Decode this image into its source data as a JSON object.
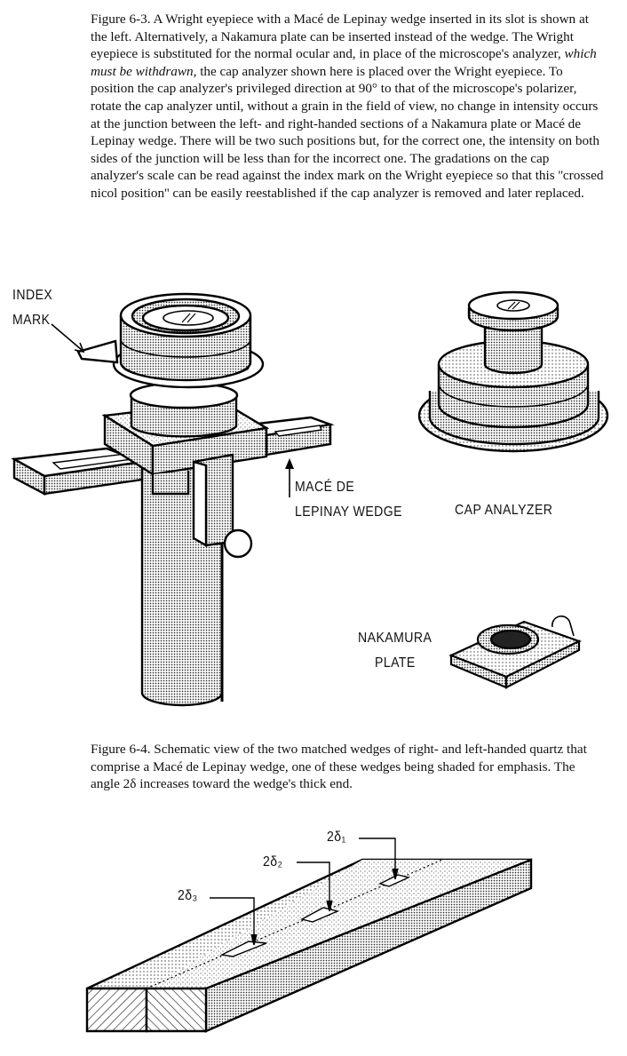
{
  "figure1": {
    "caption_a": "Figure 6-3. A Wright eyepiece with a Macé de Lepinay wedge inserted in its slot is shown at the left. Alternatively, a Nakamura plate can be inserted instead of the wedge. The Wright eyepiece is substituted for the normal ocular and, in place of the microscope's analyzer, ",
    "caption_italic": "which must be withdrawn,",
    "caption_b": " the cap analyzer shown here is placed over the Wright eyepiece. To position the cap analyzer's privileged direction at 90° to that of the microscope's polarizer, rotate the cap analyzer until, without a grain in the field of view, no change in intensity occurs at the junction between the left- and right-handed sections of a Nakamura plate or Macé de Lepinay wedge. There will be two such positions but, for the correct one, the intensity on both sides of the junction will be less than for the incorrect one. The gradations on the cap analyzer's scale can be read against the index mark on the Wright eyepiece so that this ''crossed nicol position'' can be easily reestablished if the cap analyzer is removed and later replaced.",
    "labels": {
      "index": "INDEX",
      "mark": "MARK",
      "mace": "MACÉ DE",
      "lepinay": "LEPINAY WEDGE",
      "cap_analyzer": "CAP  ANALYZER",
      "nakamura": "NAKAMURA",
      "plate": "PLATE"
    }
  },
  "figure2": {
    "caption": "Figure 6-4. Schematic view of the two matched wedges of right- and left-handed quartz that comprise a Macé de Lepinay wedge, one of these wedges being shaded for emphasis. The angle 2δ increases toward the wedge's thick end.",
    "labels": {
      "d1": "2δ₁",
      "d2": "2δ₂",
      "d3": "2δ₃"
    }
  }
}
